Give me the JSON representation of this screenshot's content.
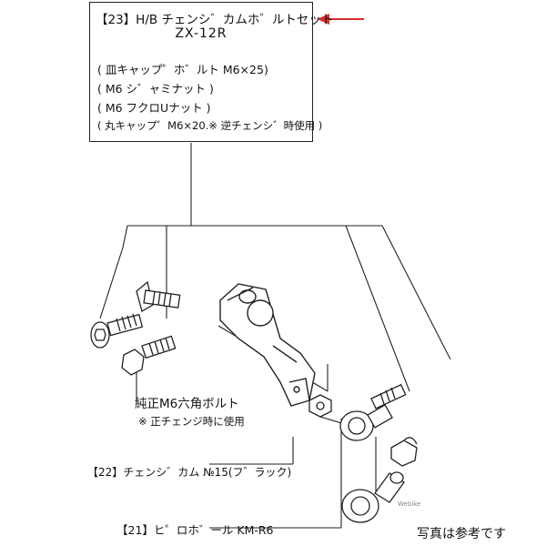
{
  "title_box": {
    "title": "【23】H/B チェンシ゛カムホ゛ルトセット",
    "model": "ZX-12R",
    "parts": [
      "( 皿キャップ゜ホ゛ルト M6×25)",
      "( M6 シ゛ャミナット )",
      "( M6 フクロUナット )",
      "( 丸キャップ゜M6×20.※ 逆チェンシ゛時使用 )"
    ]
  },
  "callouts": {
    "hex_bolt": "純正M6六角ボルト",
    "hex_bolt_note": "※ 正チェンジ時に使用",
    "change_cam": "【22】チェンシ゛カム №15(フ゛ラック)",
    "pillow_ball": "【21】ヒ゜ロホ゛ール KM-R6"
  },
  "watermark": "Webike",
  "note": "写真は参考です",
  "colors": {
    "arrow": "#d9302a",
    "line": "#222222"
  },
  "icons": [
    "red-arrow-icon"
  ]
}
